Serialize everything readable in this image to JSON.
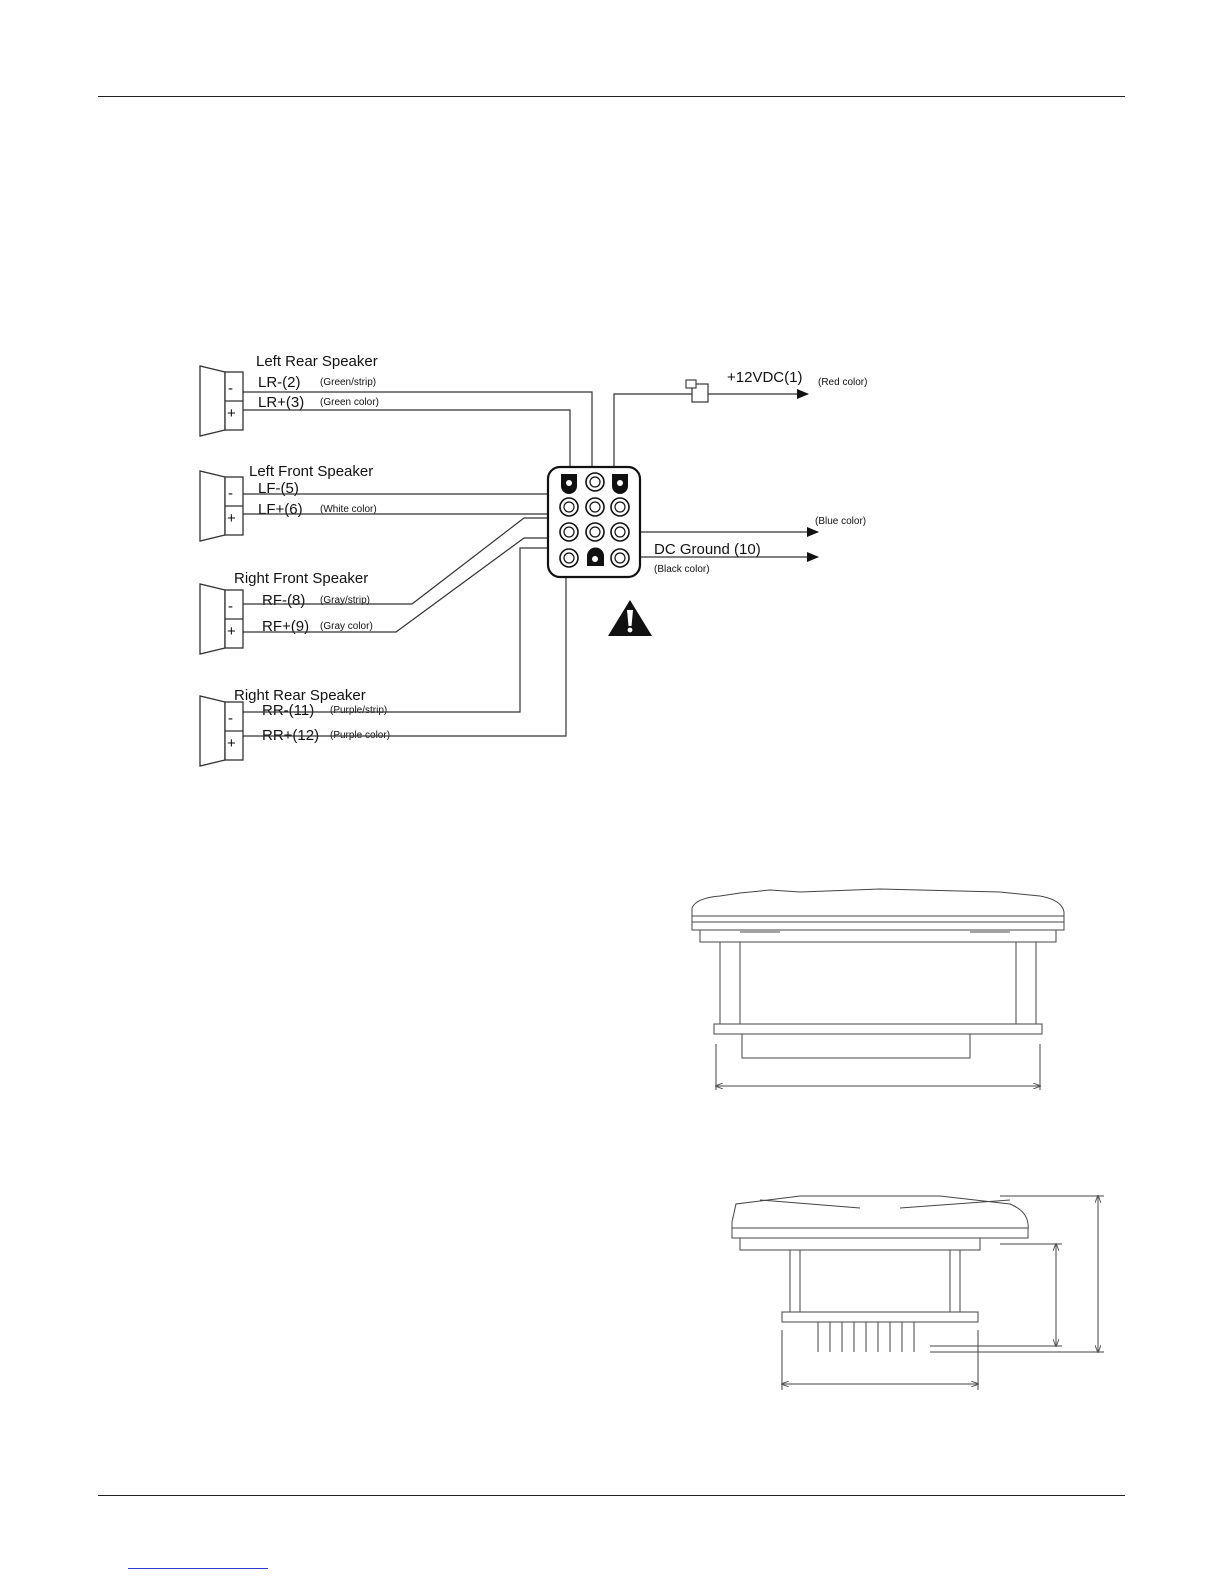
{
  "speakers": [
    {
      "title": "Left Rear Speaker",
      "neg": {
        "label": "LR-(2)",
        "color": "(Green/strip)"
      },
      "pos": {
        "label": "LR+(3)",
        "color": "(Green color)"
      }
    },
    {
      "title": "Left Front Speaker",
      "neg": {
        "label": "LF-(5)",
        "color": ""
      },
      "pos": {
        "label": "LF+(6)",
        "color": "(White color)"
      }
    },
    {
      "title": "Right Front Speaker",
      "neg": {
        "label": "RF-(8)",
        "color": "(Gray/strip)"
      },
      "pos": {
        "label": "RF+(9)",
        "color": "(Gray color)"
      }
    },
    {
      "title": "Right Rear Speaker",
      "neg": {
        "label": "RR-(11)",
        "color": "(Purple/strip)"
      },
      "pos": {
        "label": "RR+(12)",
        "color": "(Purple color)"
      }
    }
  ],
  "terminal_signs": {
    "neg": "-",
    "pos": "+"
  },
  "power": {
    "label": "+12VDC(1)",
    "color": "(Red color)"
  },
  "ground_blue": {
    "color": "(Blue color)"
  },
  "ground": {
    "label": "DC Ground (10)",
    "color": "(Black color)"
  },
  "warning_icon": "warning-triangle-icon",
  "colors": {
    "ink": "#111111",
    "wire": "#333333",
    "link": "#2a3ad0"
  }
}
